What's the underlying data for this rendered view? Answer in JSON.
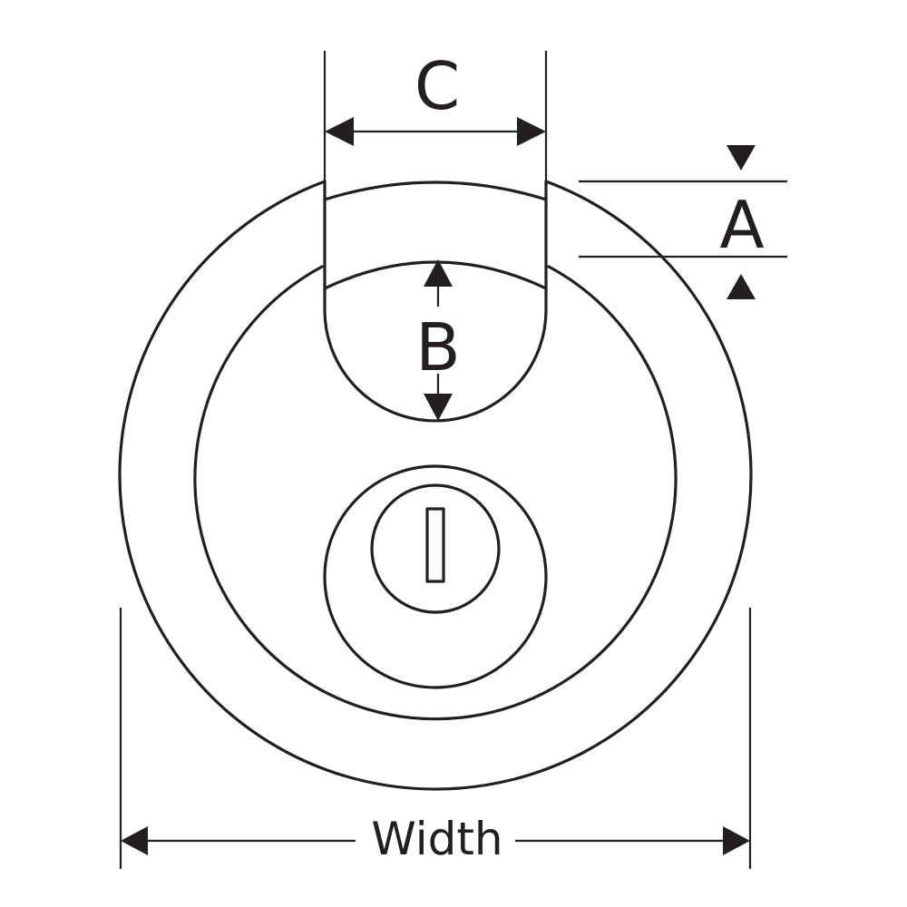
{
  "labels": {
    "a": "A",
    "b": "B",
    "c": "C",
    "width": "Width"
  },
  "colors": {
    "line": "#231f20",
    "background": "#ffffff"
  }
}
